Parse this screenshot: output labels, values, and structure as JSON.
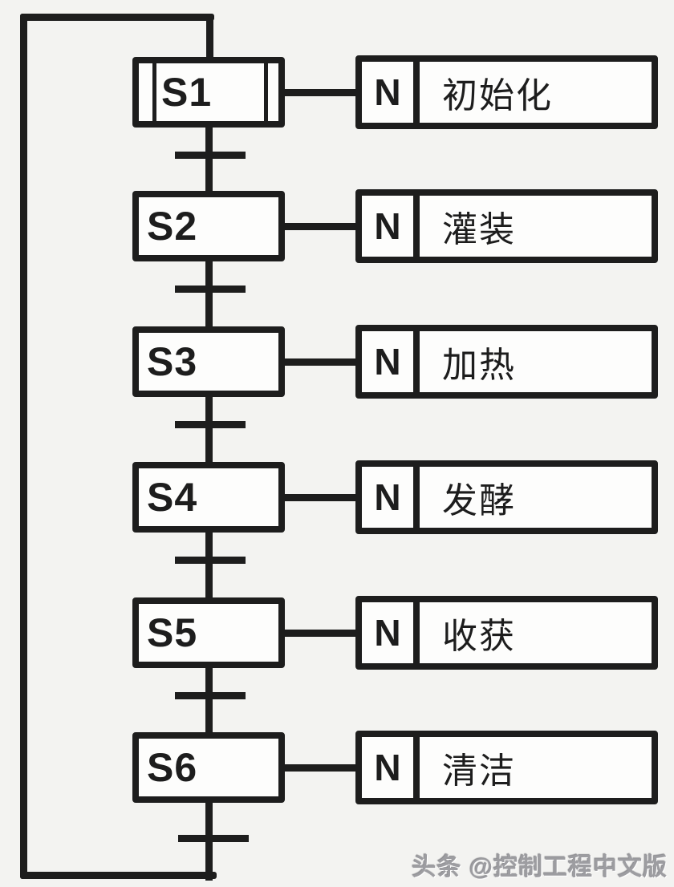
{
  "diagram": {
    "type": "sequential-function-chart",
    "steps": [
      {
        "id": "S1",
        "qualifier": "N",
        "action": "初始化",
        "initial": true
      },
      {
        "id": "S2",
        "qualifier": "N",
        "action": "灌装",
        "initial": false
      },
      {
        "id": "S3",
        "qualifier": "N",
        "action": "加热",
        "initial": false
      },
      {
        "id": "S4",
        "qualifier": "N",
        "action": "发酵",
        "initial": false
      },
      {
        "id": "S5",
        "qualifier": "N",
        "action": "收获",
        "initial": false
      },
      {
        "id": "S6",
        "qualifier": "N",
        "action": "清洁",
        "initial": false
      }
    ],
    "loop": "S6 transitions back to S1 via left feedback rail"
  },
  "watermark": {
    "text": "头条 @控制工程中文版"
  },
  "colors": {
    "line": "#1d1d1d",
    "bg": "#f3f3f1",
    "box_fill": "#fdfdfc",
    "watermark": "#9d9da1"
  }
}
